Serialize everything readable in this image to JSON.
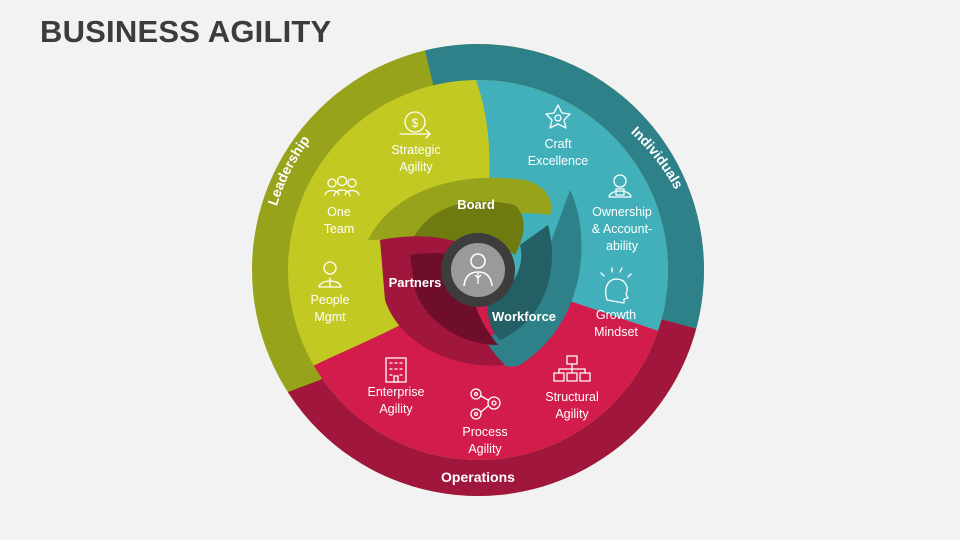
{
  "title": "BUSINESS AGILITY",
  "colors": {
    "leadership_outer": "#97a31a",
    "leadership_inner": "#c2c923",
    "individuals_outer": "#2e8189",
    "individuals_inner": "#41b0bb",
    "operations_outer": "#a0163c",
    "operations_inner": "#d21c4c",
    "center": "#3d3d3d"
  },
  "segments": {
    "leadership": "Leadership",
    "individuals": "Individuals",
    "operations": "Operations"
  },
  "core": {
    "board": "Board",
    "partners": "Partners",
    "workforce": "Workforce",
    "center_icon": "person-icon"
  },
  "items": {
    "strategic": [
      "Strategic",
      "Agility"
    ],
    "one_team": [
      "One",
      "Team"
    ],
    "people": [
      "People",
      "Mgmt"
    ],
    "craft": [
      "Craft",
      "Excellence"
    ],
    "ownership": [
      "Ownership",
      "&  Account-",
      "ability"
    ],
    "growth": [
      "Growth",
      "Mindset"
    ],
    "enterprise": [
      "Enterprise",
      "Agility"
    ],
    "process": [
      "Process",
      "Agility"
    ],
    "structural": [
      "Structural",
      "Agility"
    ]
  },
  "icons": {
    "strategic": "strategy-dollar-icon",
    "one_team": "team-icon",
    "people": "manager-icon",
    "craft": "star-badge-icon",
    "ownership": "ownership-icon",
    "growth": "mind-idea-icon",
    "enterprise": "building-icon",
    "process": "gears-icon",
    "structural": "org-chart-icon"
  }
}
